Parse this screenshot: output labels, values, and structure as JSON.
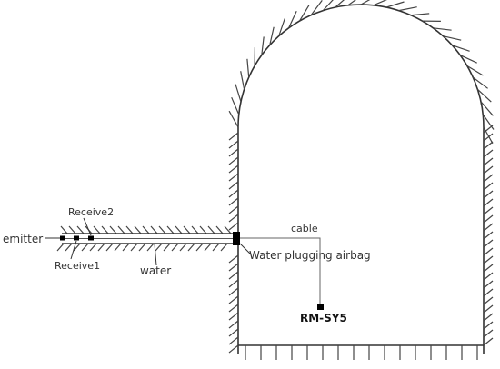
{
  "diagram": {
    "labels": {
      "emitter": "emitter",
      "receive1": "Receive1",
      "receive2": "Receive2",
      "water": "water",
      "cable": "cable",
      "airbag": "Water plugging airbag",
      "device": "RM-SY5"
    },
    "colors": {
      "line": "#333333",
      "hatch": "#444444",
      "component": "#000000",
      "text": "#333333"
    }
  }
}
